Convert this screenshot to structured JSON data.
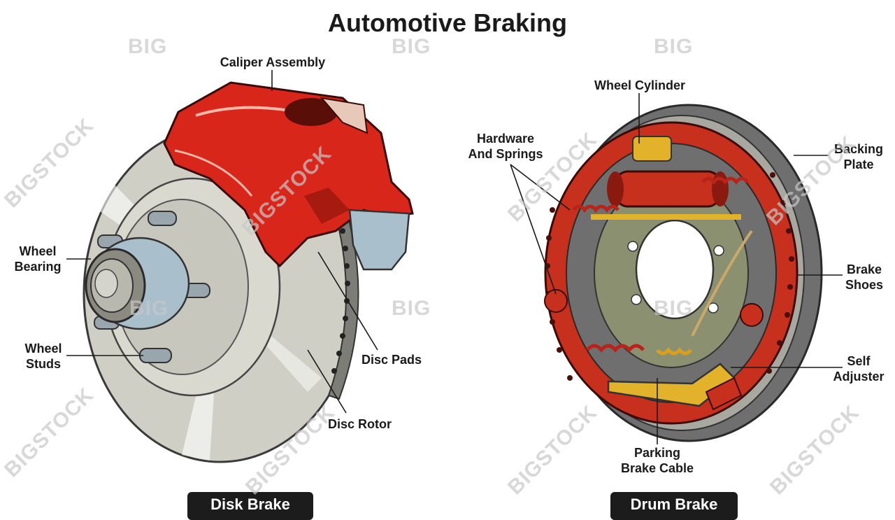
{
  "title": "Automotive Braking",
  "disc_brake": {
    "labels": {
      "caliper_assembly": "Caliper Assembly",
      "wheel_bearing": [
        "Wheel",
        "Bearing"
      ],
      "wheel_studs": [
        "Wheel",
        "Studs"
      ],
      "disc_pads": "Disc Pads",
      "disc_rotor": "Disc Rotor"
    },
    "tab_label": "Disk Brake"
  },
  "drum_brake": {
    "labels": {
      "wheel_cylinder": "Wheel Cylinder",
      "hardware_and_springs": [
        "Hardware",
        "And Springs"
      ],
      "backing_plate": [
        "Backing",
        "Plate"
      ],
      "brake_shoes": [
        "Brake",
        "Shoes"
      ],
      "self_adjuster": [
        "Self",
        "Adjuster"
      ],
      "parking_brake_cable": [
        "Parking",
        "Brake Cable"
      ]
    },
    "tab_label": "Drum Brake"
  },
  "watermarks": {
    "big": "BIG",
    "bigstock": "BIGSTOCK"
  },
  "colors": {
    "caliper_red": "#d8261b",
    "rotor_gray": "#cfcfc5",
    "hub_blue": "#a9bfcc",
    "drum_gray": "#6f6f6f",
    "shoe_red": "#c7301d",
    "spring_red": "#b8231a",
    "adjuster_yellow": "#e2b22a",
    "label_dark": "#1a1a1a"
  }
}
